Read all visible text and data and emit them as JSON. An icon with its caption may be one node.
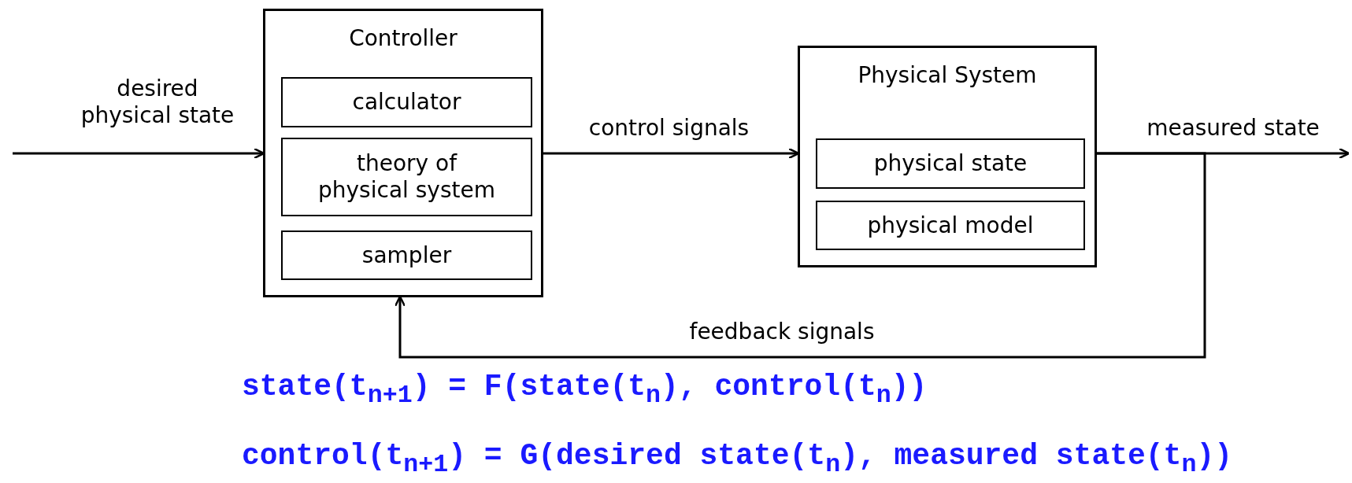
{
  "diagram": {
    "nodes": [
      {
        "text": [
          "Controller"
        ]
      },
      {
        "text": [
          "calculator"
        ],
        "in": 0
      },
      {
        "text": [
          "theory of physical system"
        ],
        "in": 0
      },
      {
        "text": [
          "sampler"
        ],
        "in": 0
      },
      {
        "text": [
          "Physical System"
        ]
      },
      {
        "text": [
          "physical state"
        ],
        "in": 4
      },
      {
        "text": [
          "physical model"
        ],
        "in": 4
      }
    ],
    "edges": [
      {
        "from": null,
        "to": 0,
        "arrow": "to",
        "label": "desired physical state"
      },
      {
        "from": 0,
        "to": 4,
        "arrow": "to",
        "label": "control signals"
      },
      {
        "from": 4,
        "to": null,
        "arrow": "to",
        "label": "measured state"
      },
      {
        "from": 4,
        "to": 0,
        "arrow": "to",
        "label": "feedback signals"
      }
    ],
    "labels": [
      "state(t$_{n+1}$) = F(state(t$_{n}$), control(t$_{n}$))",
      "control(t$_{n+1}$) = G(desired state(t$_{n}$), measured state(t$_{n}$))"
    ]
  }
}
